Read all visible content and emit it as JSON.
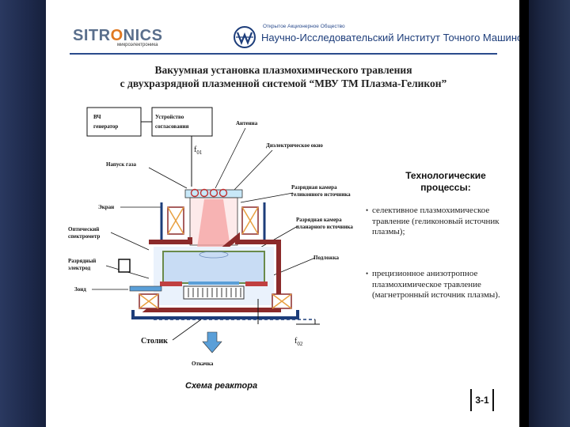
{
  "logo": {
    "brand_pre": "SIT",
    "brand_o": "R",
    "brand_mid": "O",
    "brand_post": "NICS",
    "sub": "микроэлектроника"
  },
  "org": {
    "small": "Открытое Акционерное Общество",
    "name": "Научно-Исследовательский Институт Точного Машиностроения"
  },
  "title": {
    "line1": "Вакуумная установка плазмохимического травления",
    "line2": "с двухразрядной плазменной системой   “МВУ ТМ Плазма-Геликон”"
  },
  "diagram": {
    "labels": {
      "rf_gen": "ВЧ",
      "rf_gen2": "генератор",
      "matcher": "Устройство",
      "matcher2": "согласования",
      "antenna": "Антенна",
      "window": "Диэлектрическое окно",
      "gas": "Напуск газа",
      "helicon_chamber": "Разрядная камера",
      "helicon_chamber2": "геликонного источника",
      "screen": "Экран",
      "spectrometer": "Оптический",
      "spectrometer2": "спектрометр",
      "planar_chamber": "Разрядная камера",
      "planar_chamber2": "планарного источника",
      "electrode": "Разрядный",
      "electrode2": "электрод",
      "substrate": "Подложка",
      "probe": "Зонд",
      "table": "Столик",
      "pump": "Откачка",
      "f01": "f",
      "f01_sub": "01",
      "f02": "f",
      "f02_sub": "02"
    }
  },
  "tech": {
    "title_line1": "Технологические",
    "title_line2": "процессы:",
    "items": [
      "селективное плазмохимическое травление (геликоновый источник плазмы);",
      "прецизионное анизотропное плазмохимическое травление (магнетронный источник плазмы)."
    ]
  },
  "caption": "Схема реактора",
  "slide_number": "3-1",
  "colors": {
    "frame": "#1f2b49",
    "chamber_wall": "#8b2a2a",
    "coil": "#e8a040",
    "plasma_glow": "#f4a0a0",
    "wafer": "#b8d0f0",
    "pump_arrow": "#5a9fd8",
    "accent_orange": "#e07820",
    "org_blue": "#1d3d7a"
  }
}
